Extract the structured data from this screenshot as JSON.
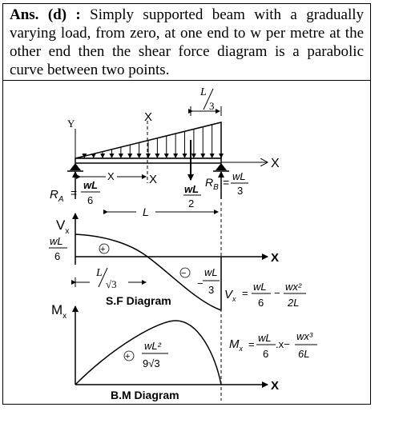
{
  "answer": {
    "label": "Ans. (d) :",
    "text": "Simply supported beam with a gradually varying load, from zero, at one end to w per metre at the other end then the shear force diagram is a parabolic curve between two points."
  },
  "figure": {
    "beam": {
      "y_axis": "Y",
      "x_axis": "X",
      "section_label": "X",
      "section_label_low": "X",
      "dist_x": "X",
      "L_over_3_num": "L",
      "L_over_3_den": "3",
      "resultant_num": "wL",
      "resultant_den": "2",
      "RA": "R",
      "RA_sub": "A",
      "RA_eq": "=",
      "RA_num": "wL",
      "RA_den": "6",
      "RB": "R",
      "RB_sub": "B",
      "RB_eq": "=",
      "RB_num": "wL",
      "RB_den": "3",
      "span": "L"
    },
    "sf": {
      "axis": "V",
      "axis_sub": "x",
      "max_num": "wL",
      "max_den": "6",
      "plus": "+",
      "minus": "−",
      "min_sign": "−",
      "min_num": "wL",
      "min_den": "3",
      "x_label": "X",
      "zero_at_num": "L",
      "zero_at_den": "√3",
      "title": "S.F Diagram",
      "eq_lhs": "V",
      "eq_sub": "x",
      "eq_equals": "=",
      "eq_t1_num": "wL",
      "eq_t1_den": "6",
      "eq_minus": "−",
      "eq_t2_num": "wx²",
      "eq_t2_den": "2L"
    },
    "bm": {
      "axis": "M",
      "axis_sub": "x",
      "plus": "+",
      "max_num": "wL²",
      "max_den": "9√3",
      "x_label": "X",
      "title": "B.M Diagram",
      "eq_lhs": "M",
      "eq_sub": "x",
      "eq_equals": "=",
      "eq_t1_num": "wL",
      "eq_t1_den": "6",
      "eq_mid": ".x−",
      "eq_t2_num": "wx³",
      "eq_t2_den": "6L"
    }
  }
}
